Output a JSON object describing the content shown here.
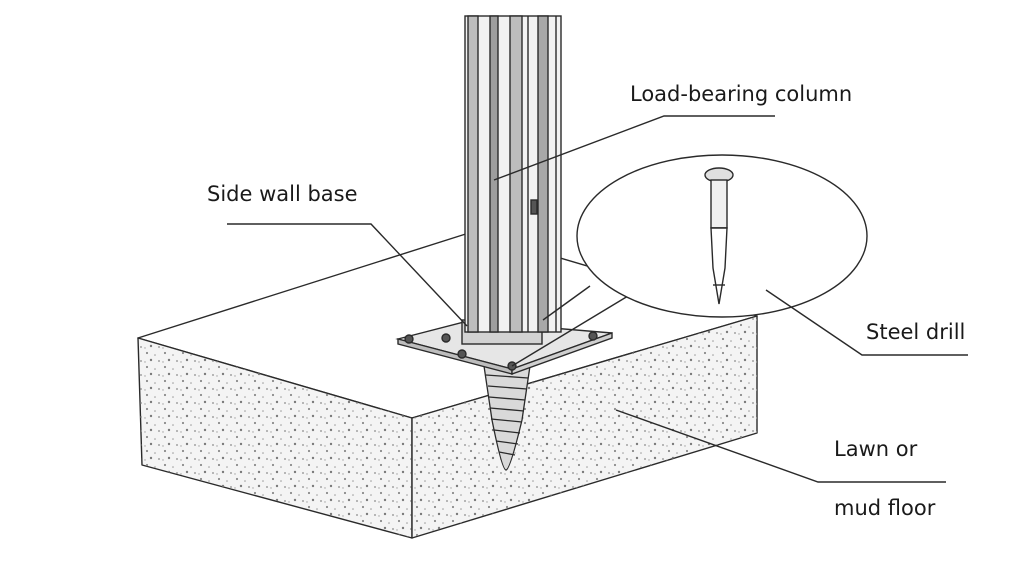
{
  "labels": {
    "column": "Load-bearing column",
    "base": "Side wall base",
    "drill": "Steel drill",
    "floor_line1": "Lawn or",
    "floor_line2": "mud floor"
  },
  "colors": {
    "line": "#2a2a2a",
    "block_face": "#f4f4f4",
    "block_top": "#ffffff",
    "speckle": "#8a8a8a"
  }
}
